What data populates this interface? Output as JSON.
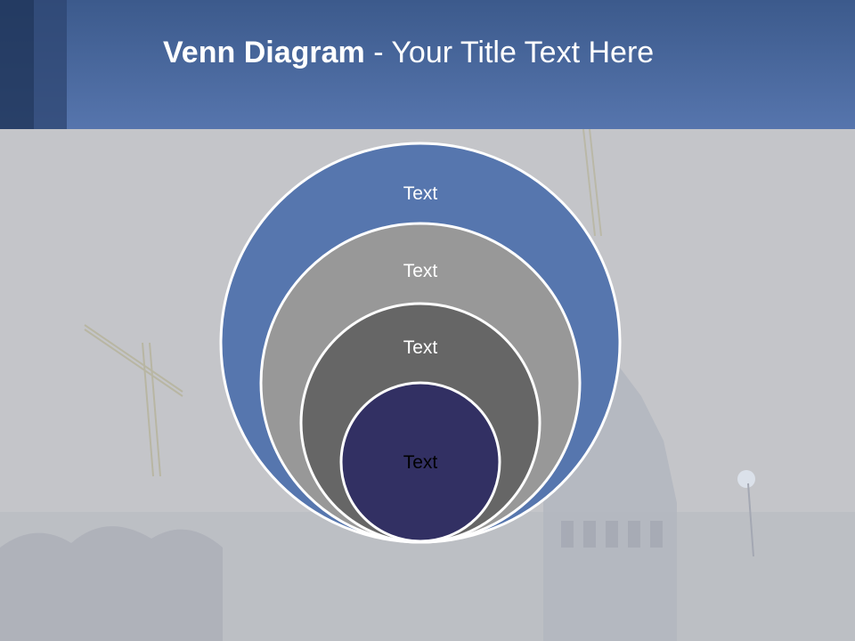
{
  "header": {
    "title_bold": "Venn Diagram",
    "title_rest": " - Your Title Text Here"
  },
  "diagram": {
    "circles": [
      {
        "label": "Text",
        "fill": "#5676ae",
        "text_color": "#ffffff"
      },
      {
        "label": "Text",
        "fill": "#989898",
        "text_color": "#ffffff"
      },
      {
        "label": "Text",
        "fill": "#666666",
        "text_color": "#ffffff"
      },
      {
        "label": "Text",
        "fill": "#323063",
        "text_color": "#000000"
      }
    ]
  },
  "colors": {
    "header_dark": "#3c5a8c",
    "header_light": "#5675ad",
    "background": "#c4c5c9"
  }
}
